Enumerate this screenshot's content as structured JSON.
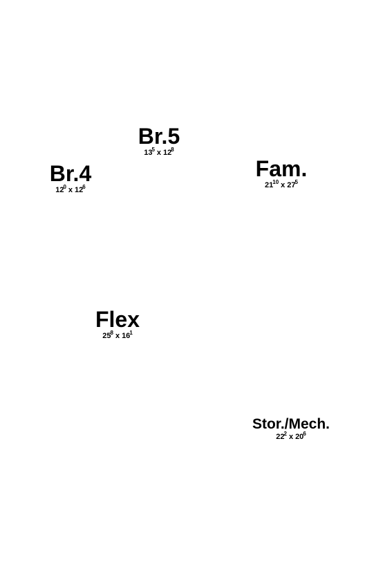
{
  "rooms": [
    {
      "name": "Br.5",
      "width_ft": "13",
      "width_in": "5",
      "length_ft": "12",
      "length_in": "8"
    },
    {
      "name": "Br.4",
      "width_ft": "12",
      "width_in": "0",
      "length_ft": "12",
      "length_in": "6"
    },
    {
      "name": "Fam.",
      "width_ft": "21",
      "width_in": "10",
      "length_ft": "27",
      "length_in": "5"
    },
    {
      "name": "Flex",
      "width_ft": "25",
      "width_in": "8",
      "length_ft": "16",
      "length_in": "1"
    },
    {
      "name": "Stor./Mech.",
      "width_ft": "22",
      "width_in": "2",
      "length_ft": "20",
      "length_in": "6"
    }
  ],
  "separator": "x"
}
